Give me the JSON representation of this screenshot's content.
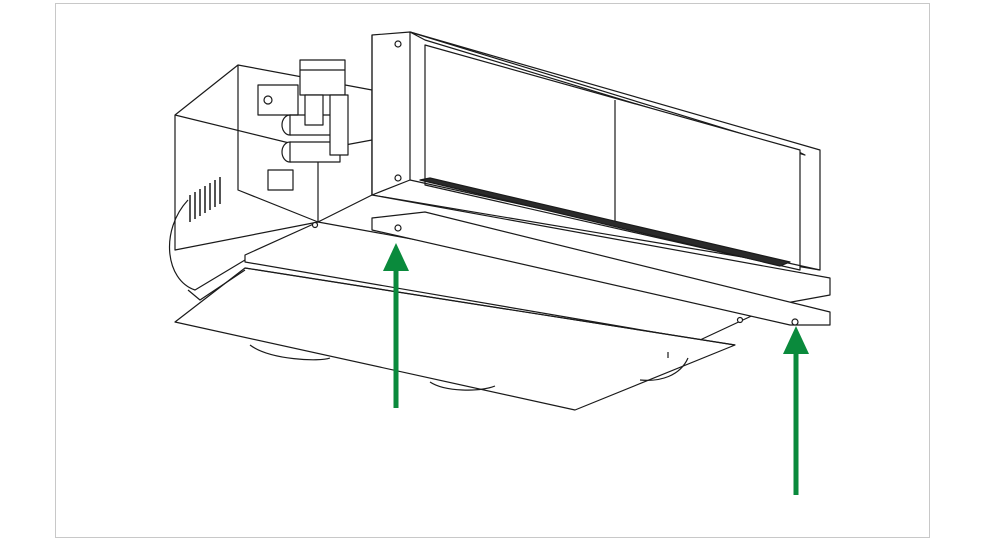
{
  "figure": {
    "subject": "fan-coil-unit-with-mounting-brackets",
    "line_color": "#1a1a1a",
    "fill_color": "#ffffff",
    "frame_color": "#c8c8c8",
    "arrow_color": "#0a8a3c",
    "arrows": [
      {
        "name": "arrow-lift-left-bracket",
        "direction": "up"
      },
      {
        "name": "arrow-lift-right-bracket",
        "direction": "up"
      }
    ]
  }
}
